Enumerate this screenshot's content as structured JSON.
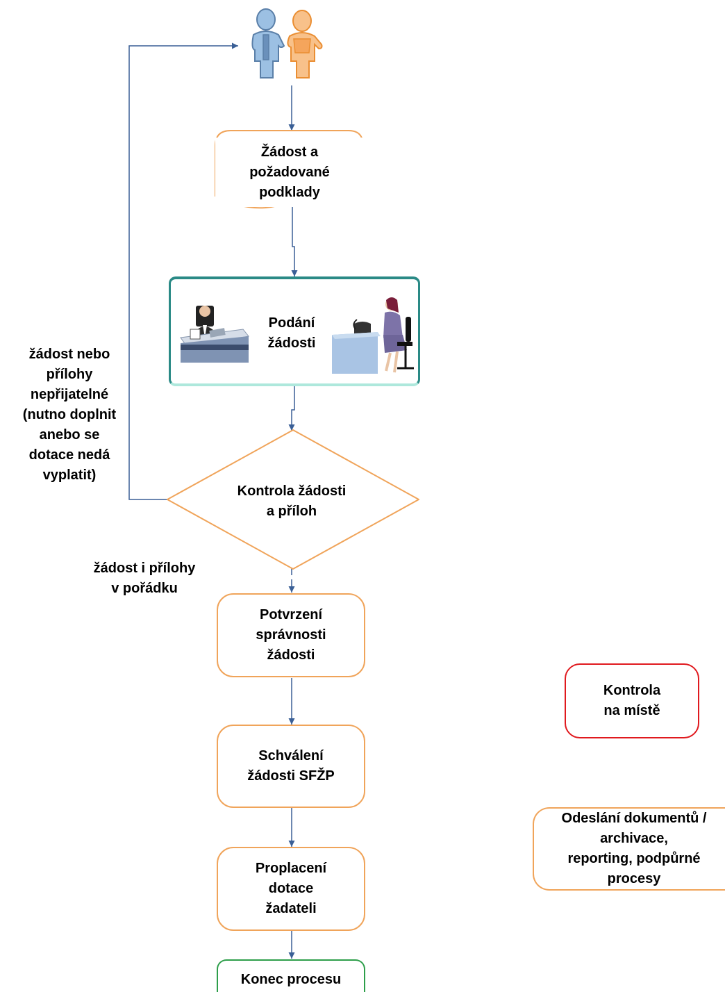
{
  "nodes": {
    "zadost_podklady": "Žádost a\npožadované\npodklady",
    "podani": "Podání\nžádosti",
    "kontrola_zadosti": "Kontrola žádosti\na příloh",
    "potvrzeni": "Potvrzení\nsprávnosti\nžádosti",
    "schvaleni": "Schválení\nžádosti SFŽP",
    "proplaceni": "Proplacení\ndotace\nžadateli",
    "konec": "Konec procesu",
    "kontrola_na_miste": "Kontrola\nna místě",
    "odeslani": "Odeslání dokumentů /\narchivace,\nreporting, podpůrné\nprocesy"
  },
  "edge_labels": {
    "nepřijatelne": "žádost nebo\npřílohy\nnepřijatelné\n(nutno doplnit\nanebo se\ndotace nedá\nvyplatit)",
    "v_poradku": "žádost i přílohy\nv pořádku"
  },
  "colors": {
    "connector": "#3a5f96",
    "orange_border": "#f0a45a",
    "red_border": "#e0191e",
    "green_border": "#2d9e4a",
    "teal_border": "#2a8a86",
    "person_blue": "#8fb3d9",
    "person_orange": "#f5a55c"
  },
  "icons": [
    "people-icon",
    "man-at-desk-icon",
    "woman-at-desk-icon"
  ]
}
